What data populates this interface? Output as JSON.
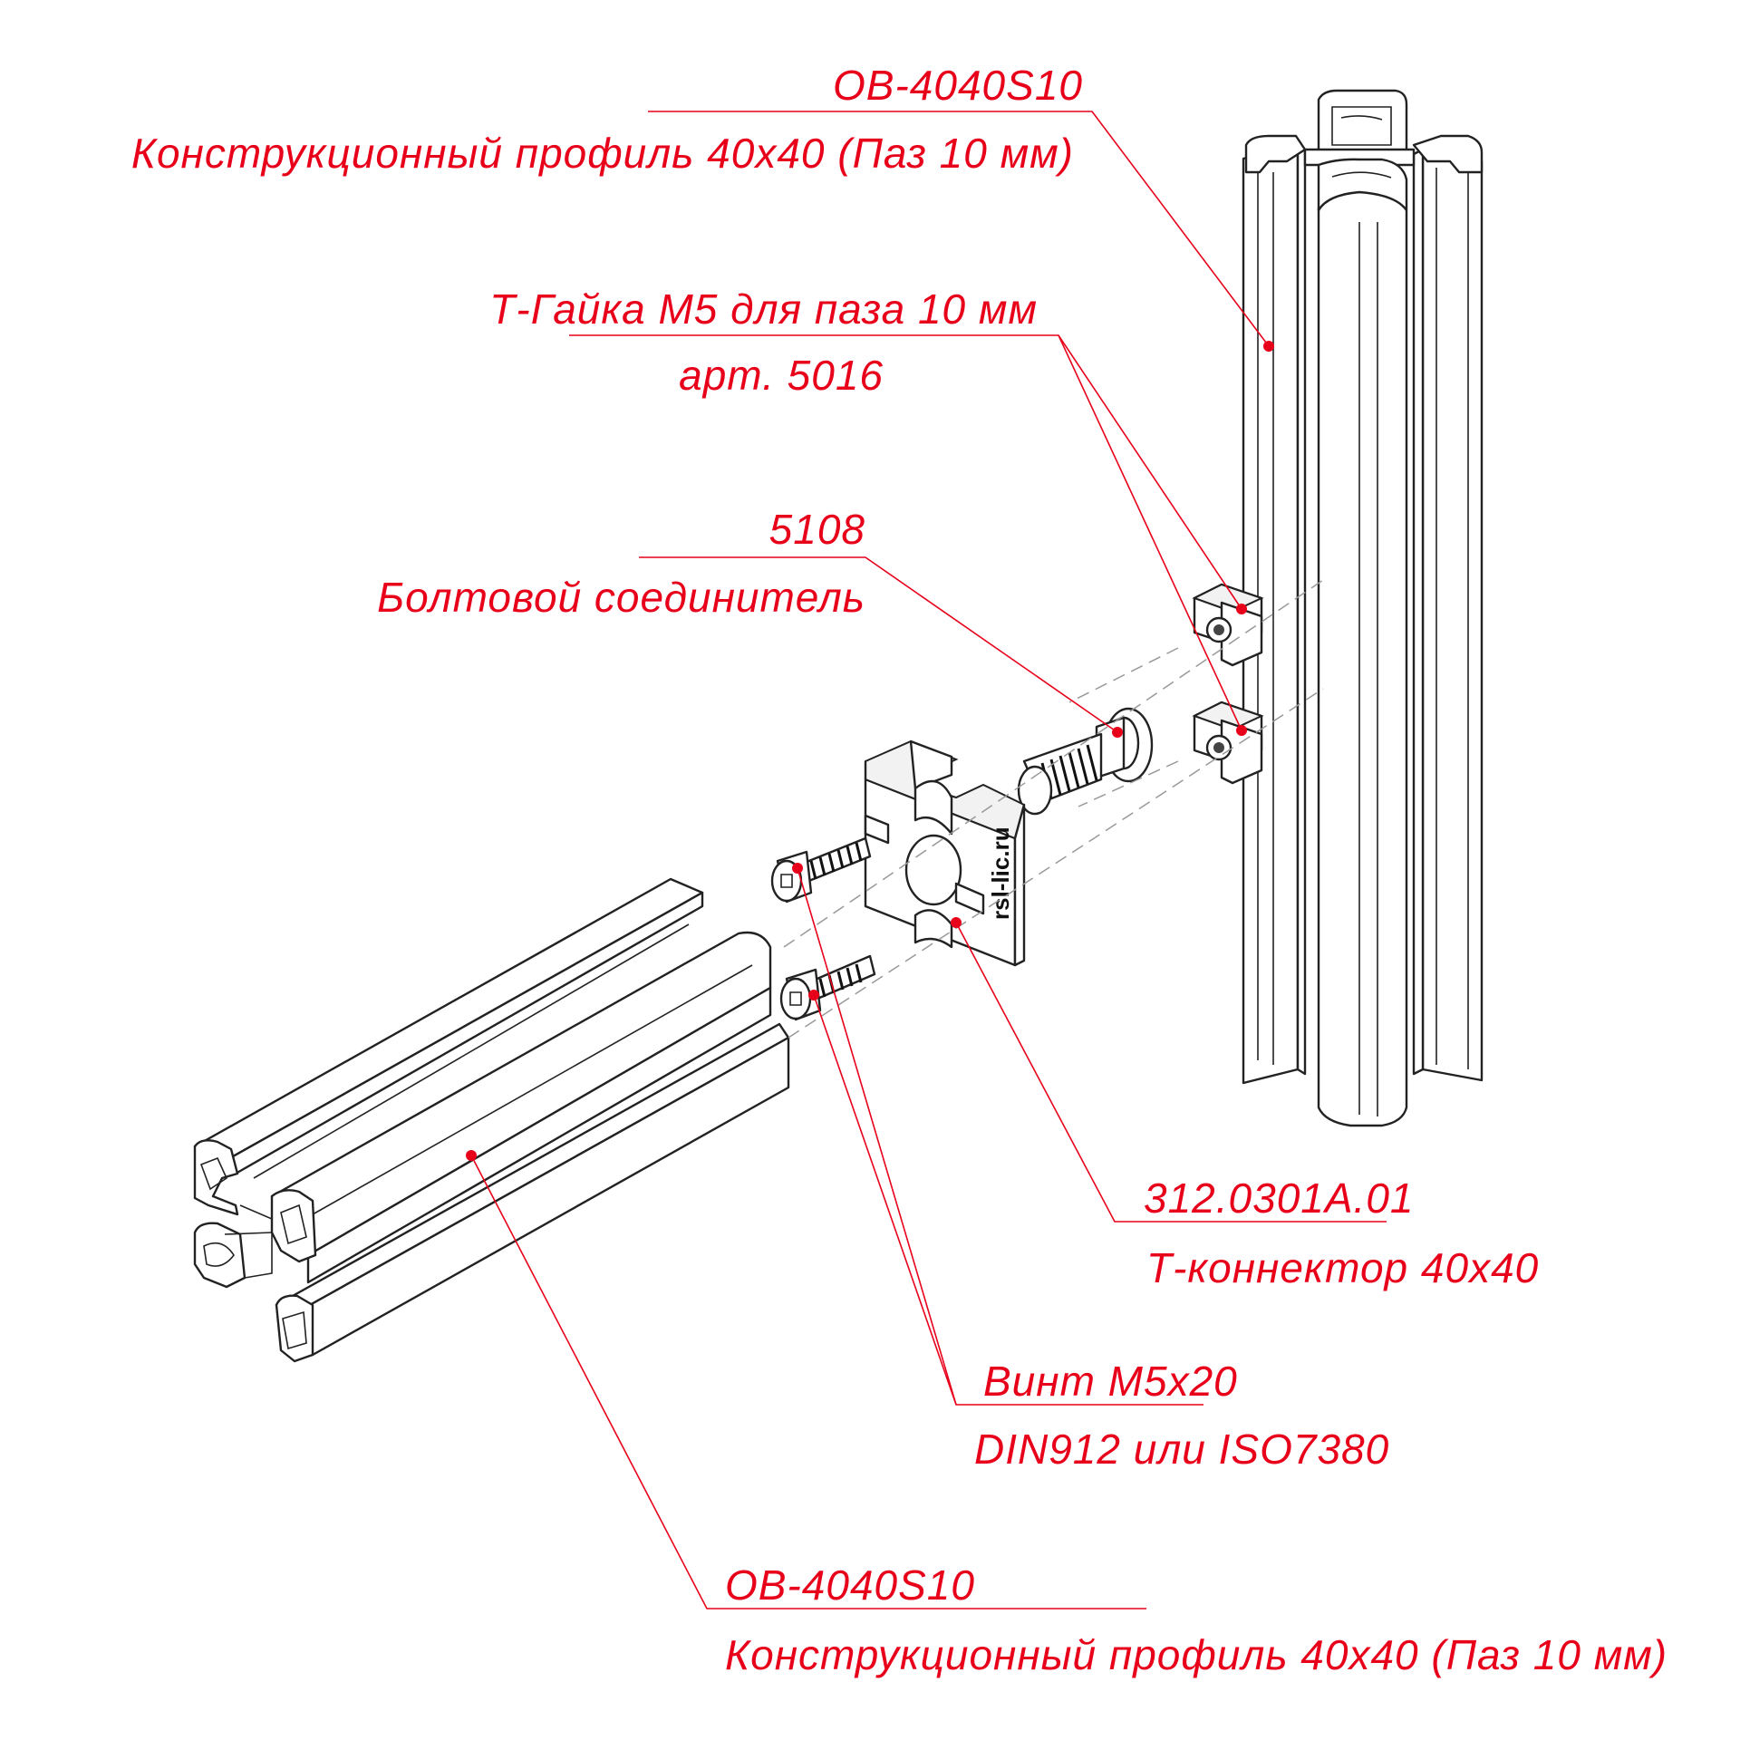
{
  "labels": {
    "profile_top_code": "OB-4040S10",
    "profile_top_desc": "Конструкционный профиль 40х40 (Паз 10 мм)",
    "tnut_title": "Т-Гайка М5 для паза 10 мм",
    "tnut_art": "арт. 5016",
    "bolt_conn_code": "5108",
    "bolt_conn_desc": "Болтовой соединитель",
    "tconn_code": "312.0301A.01",
    "tconn_desc": "Т-коннектор 40х40",
    "screw_title": "Винт М5х20",
    "screw_std": "DIN912 или ISO7380",
    "profile_bottom_code": "OB-4040S10",
    "profile_bottom_desc": "Конструкционный профиль 40х40 (Паз 10 мм)"
  },
  "brand_mark": "rsl-lic.ru",
  "colors": {
    "label": "#e8001a",
    "line": "#222222"
  }
}
